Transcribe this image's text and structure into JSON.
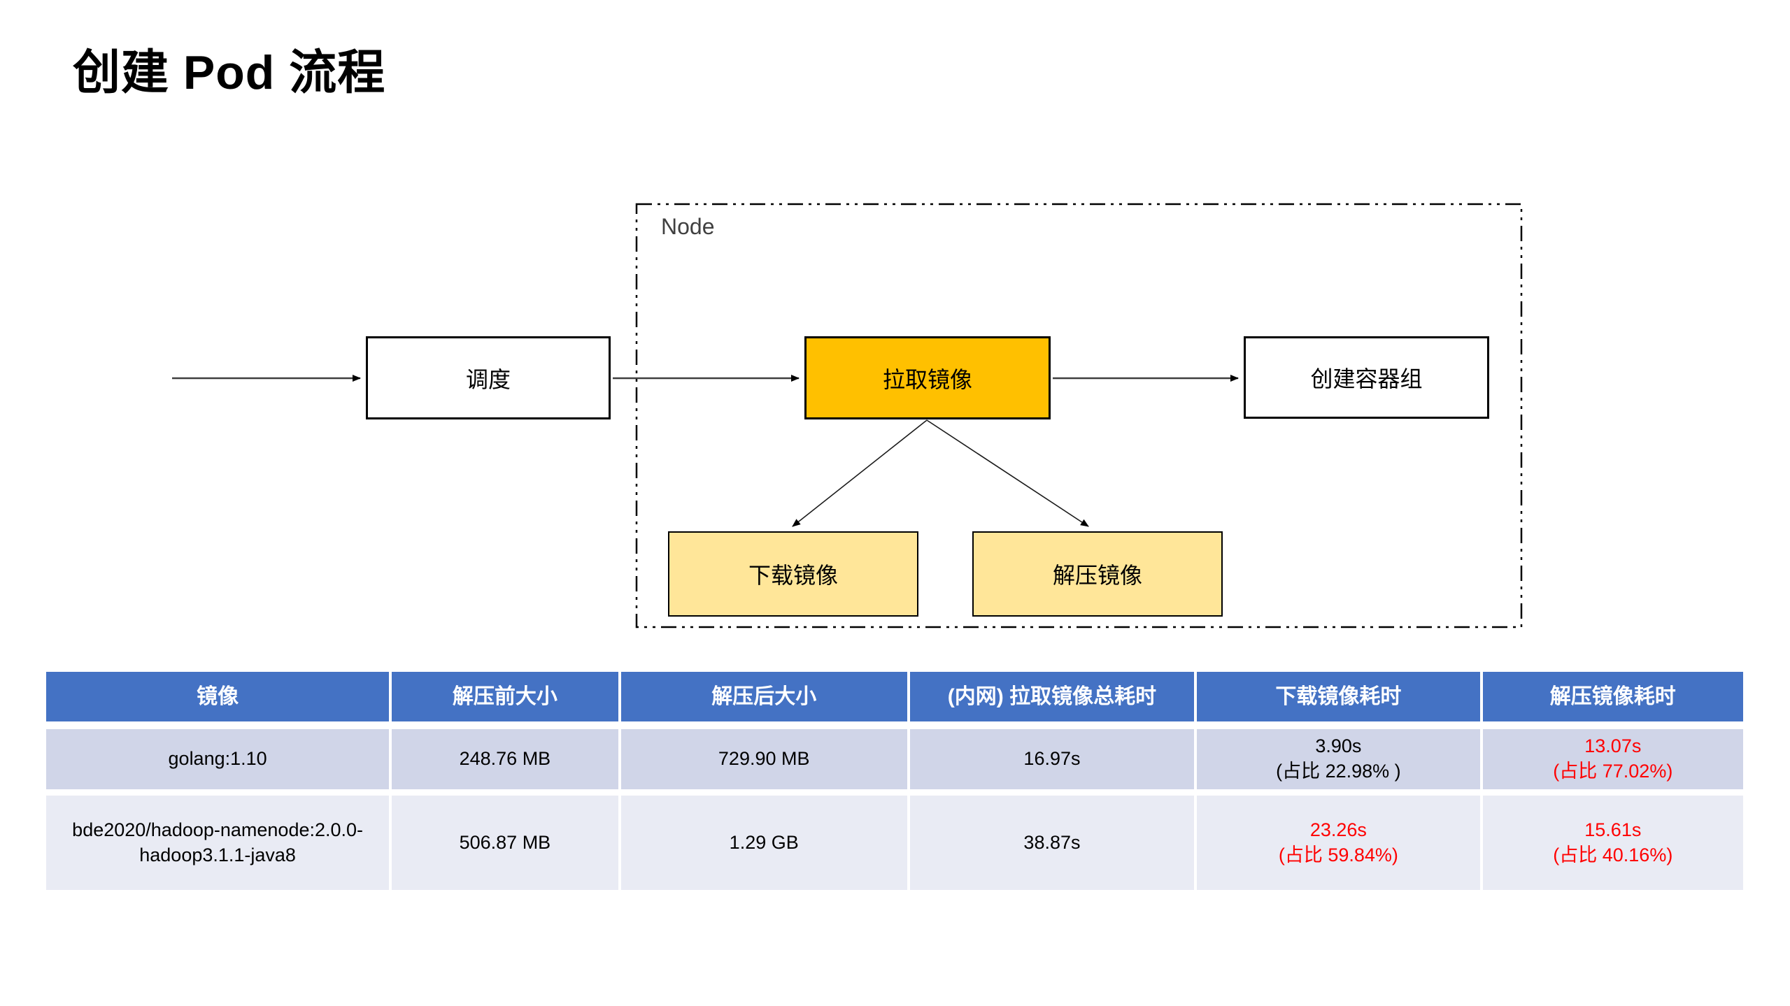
{
  "page": {
    "title": "创建 Pod 流程"
  },
  "diagram": {
    "node_label": "Node",
    "boxes": {
      "schedule": {
        "label": "调度"
      },
      "pull_image": {
        "label": "拉取镜像"
      },
      "create_pod_group": {
        "label": "创建容器组"
      },
      "download_image": {
        "label": "下载镜像"
      },
      "decompress_image": {
        "label": "解压镜像"
      }
    },
    "colors": {
      "pull_image_fill": "#FFC000",
      "sub_box_fill": "#FFE699",
      "box_border": "#000000",
      "connector": "#3F3F3F",
      "node_border": "#000000"
    }
  },
  "table": {
    "headers": [
      "镜像",
      "解压前大小",
      "解压后大小",
      "(内网) 拉取镜像总耗时",
      "下载镜像耗时",
      "解压镜像耗时"
    ],
    "rows": [
      {
        "cells": [
          {
            "line1": "golang:1.10"
          },
          {
            "line1": "248.76 MB"
          },
          {
            "line1": "729.90 MB"
          },
          {
            "line1": "16.97s"
          },
          {
            "line1": "3.90s",
            "line2": "(占比 22.98% )"
          },
          {
            "line1": "13.07s",
            "line2": "(占比 77.02%)",
            "red": true
          }
        ]
      },
      {
        "cells": [
          {
            "line1": "bde2020/hadoop-namenode:2.0.0-hadoop3.1.1-java8"
          },
          {
            "line1": "506.87 MB"
          },
          {
            "line1": "1.29 GB"
          },
          {
            "line1": "38.87s"
          },
          {
            "line1": "23.26s",
            "line2": "(占比 59.84%)",
            "red": true
          },
          {
            "line1": "15.61s",
            "line2": "(占比 40.16%)",
            "red": true
          }
        ]
      }
    ],
    "colors": {
      "header_bg": "#4472C4",
      "header_text": "#FFFFFF",
      "row1_bg": "#D0D5E8",
      "row2_bg": "#E9EBF4",
      "highlight_text": "#FF0000",
      "body_text": "#000000"
    }
  }
}
